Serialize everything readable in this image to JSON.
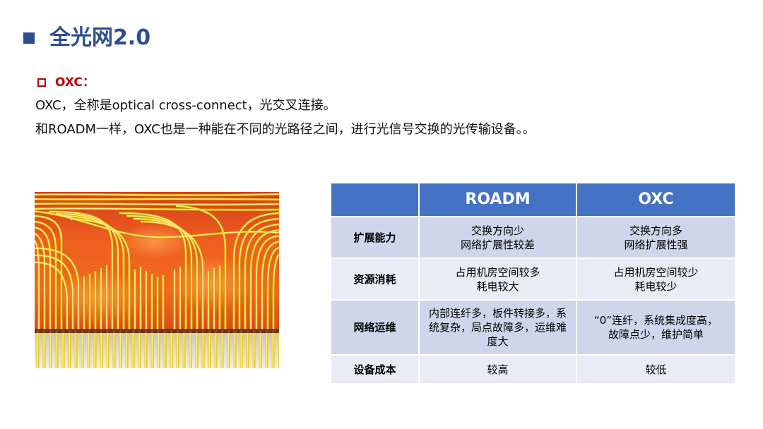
{
  "colors": {
    "title": "#2D4E8E",
    "accent_red": "#C00000",
    "table_header_bg": "#4472C4",
    "table_row_odd": "#CFD5EA",
    "table_row_even": "#E9EBF5"
  },
  "icons": {
    "title_bullet": "filled-square-icon",
    "section_bullet": "hollow-square-icon"
  },
  "slide": {
    "title": "全光网2.0",
    "section_label": "OXC：",
    "paragraphs": [
      "OXC，全称是optical cross-connect，光交叉连接。",
      "和ROADM一样，OXC也是一种能在不同的光路径之间，进行光信号交换的光传输设备。。"
    ]
  },
  "table": {
    "headers": {
      "roadm": "ROADM",
      "oxc": "OXC"
    },
    "rows": [
      {
        "label": "扩展能力",
        "roadm": "交换方向少\n网络扩展性较差",
        "oxc": "交换方向多\n网络扩展性强"
      },
      {
        "label": "资源消耗",
        "roadm": "占用机房空间较多\n耗电较大",
        "oxc": "占用机房空间较少\n耗电较少"
      },
      {
        "label": "网络运维",
        "roadm": "内部连纤多，板件转接多，系统复杂，局点故障多，运维难度大",
        "oxc": "“0”连纤，系统集成度高，\n故障点少，维护简单"
      },
      {
        "label": "设备成本",
        "roadm": "较高",
        "oxc": "较低"
      }
    ]
  }
}
